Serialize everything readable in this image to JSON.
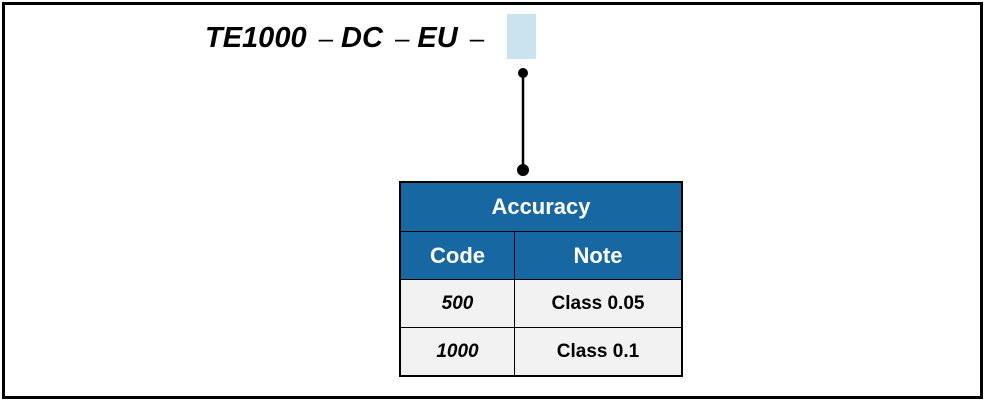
{
  "model_code": {
    "segments": [
      "TE1000",
      "DC",
      "EU"
    ],
    "separator": "–",
    "slot_color": "#c9e4ee"
  },
  "table": {
    "title": "Accuracy",
    "headers": [
      "Code",
      "Note"
    ],
    "rows": [
      {
        "code": "500",
        "note": "Class 0.05"
      },
      {
        "code": "1000",
        "note": "Class 0.1"
      }
    ],
    "header_color": "#1768a2",
    "row_color": "#f2f2f2"
  }
}
